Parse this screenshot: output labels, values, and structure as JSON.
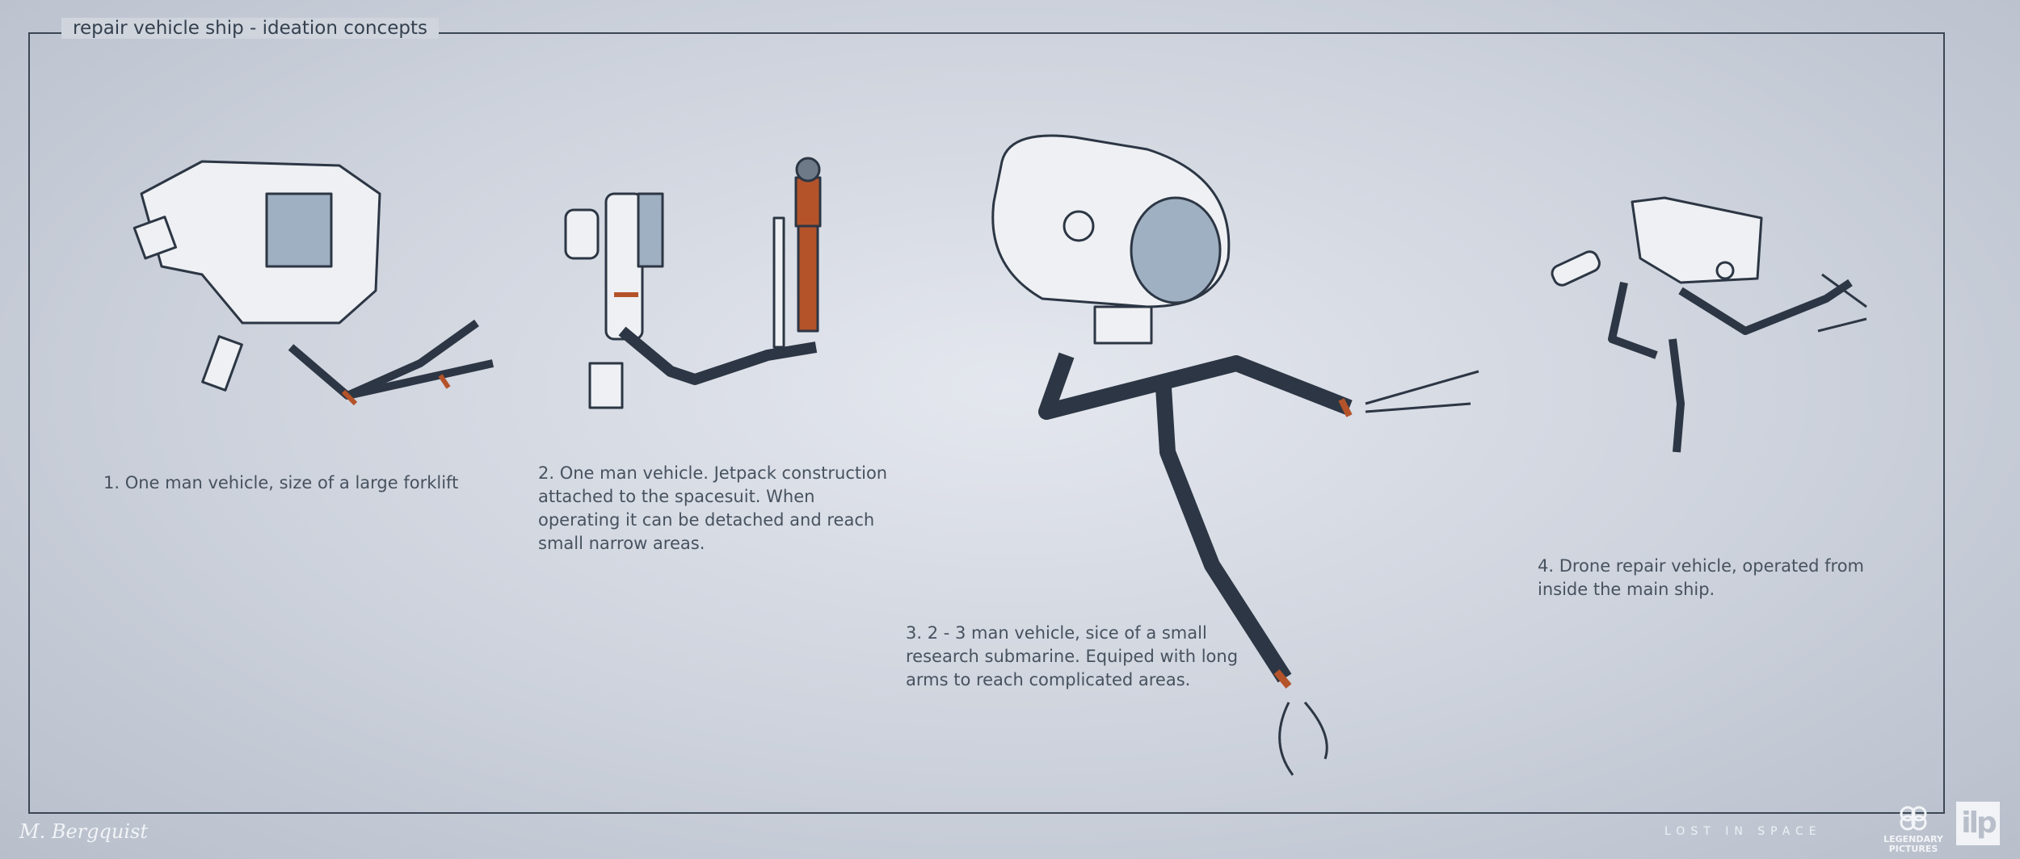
{
  "title": "repair vehicle ship - ideation concepts",
  "concepts": [
    {
      "caption": "1. One man vehicle, size of a large forklift"
    },
    {
      "caption": "2. One man vehicle. Jetpack construction attached to the spacesuit. When operating it can be detached and reach small narrow areas."
    },
    {
      "caption": "3. 2 - 3 man vehicle, sice of a small research submarine. Equiped with long arms to reach complicated areas."
    },
    {
      "caption": "4. Drone repair vehicle, operated from inside the main ship."
    }
  ],
  "footer": {
    "signature": "M. Bergquist",
    "production": "LOST IN SPACE",
    "studio_logo": "LEGENDARY PICTURES",
    "vfx_logo": "ilp"
  },
  "colors": {
    "line": "#3b4654",
    "accent_orange": "#b4532a",
    "sketch_fill": "#eef0f3"
  }
}
